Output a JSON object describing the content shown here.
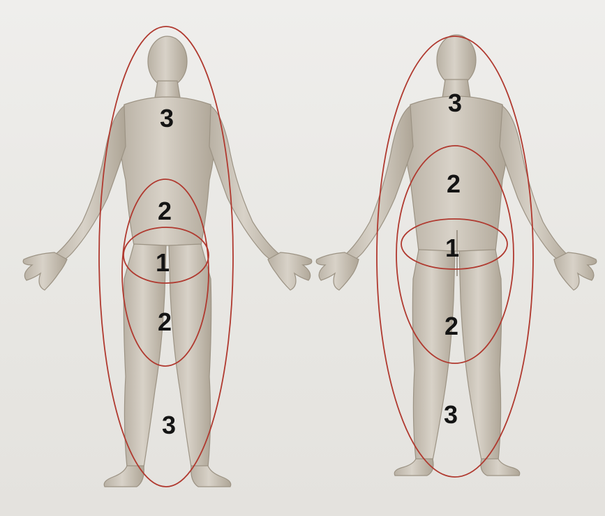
{
  "colors": {
    "ellipse_stroke": "#b0392f",
    "skin": "#cfc8bd",
    "skin_shadow": "#a79e90",
    "paper": "#ebe9e5",
    "label": "#141414"
  },
  "figures": {
    "front": {
      "zones": [
        {
          "level": "3",
          "label": "3"
        },
        {
          "level": "2",
          "label": "2"
        },
        {
          "level": "1",
          "label": "1"
        },
        {
          "level": "2",
          "label": "2"
        },
        {
          "level": "3",
          "label": "3"
        }
      ]
    },
    "back": {
      "zones": [
        {
          "level": "3",
          "label": "3"
        },
        {
          "level": "2",
          "label": "2"
        },
        {
          "level": "1",
          "label": "1"
        },
        {
          "level": "2",
          "label": "2"
        },
        {
          "level": "3",
          "label": "3"
        }
      ]
    }
  }
}
